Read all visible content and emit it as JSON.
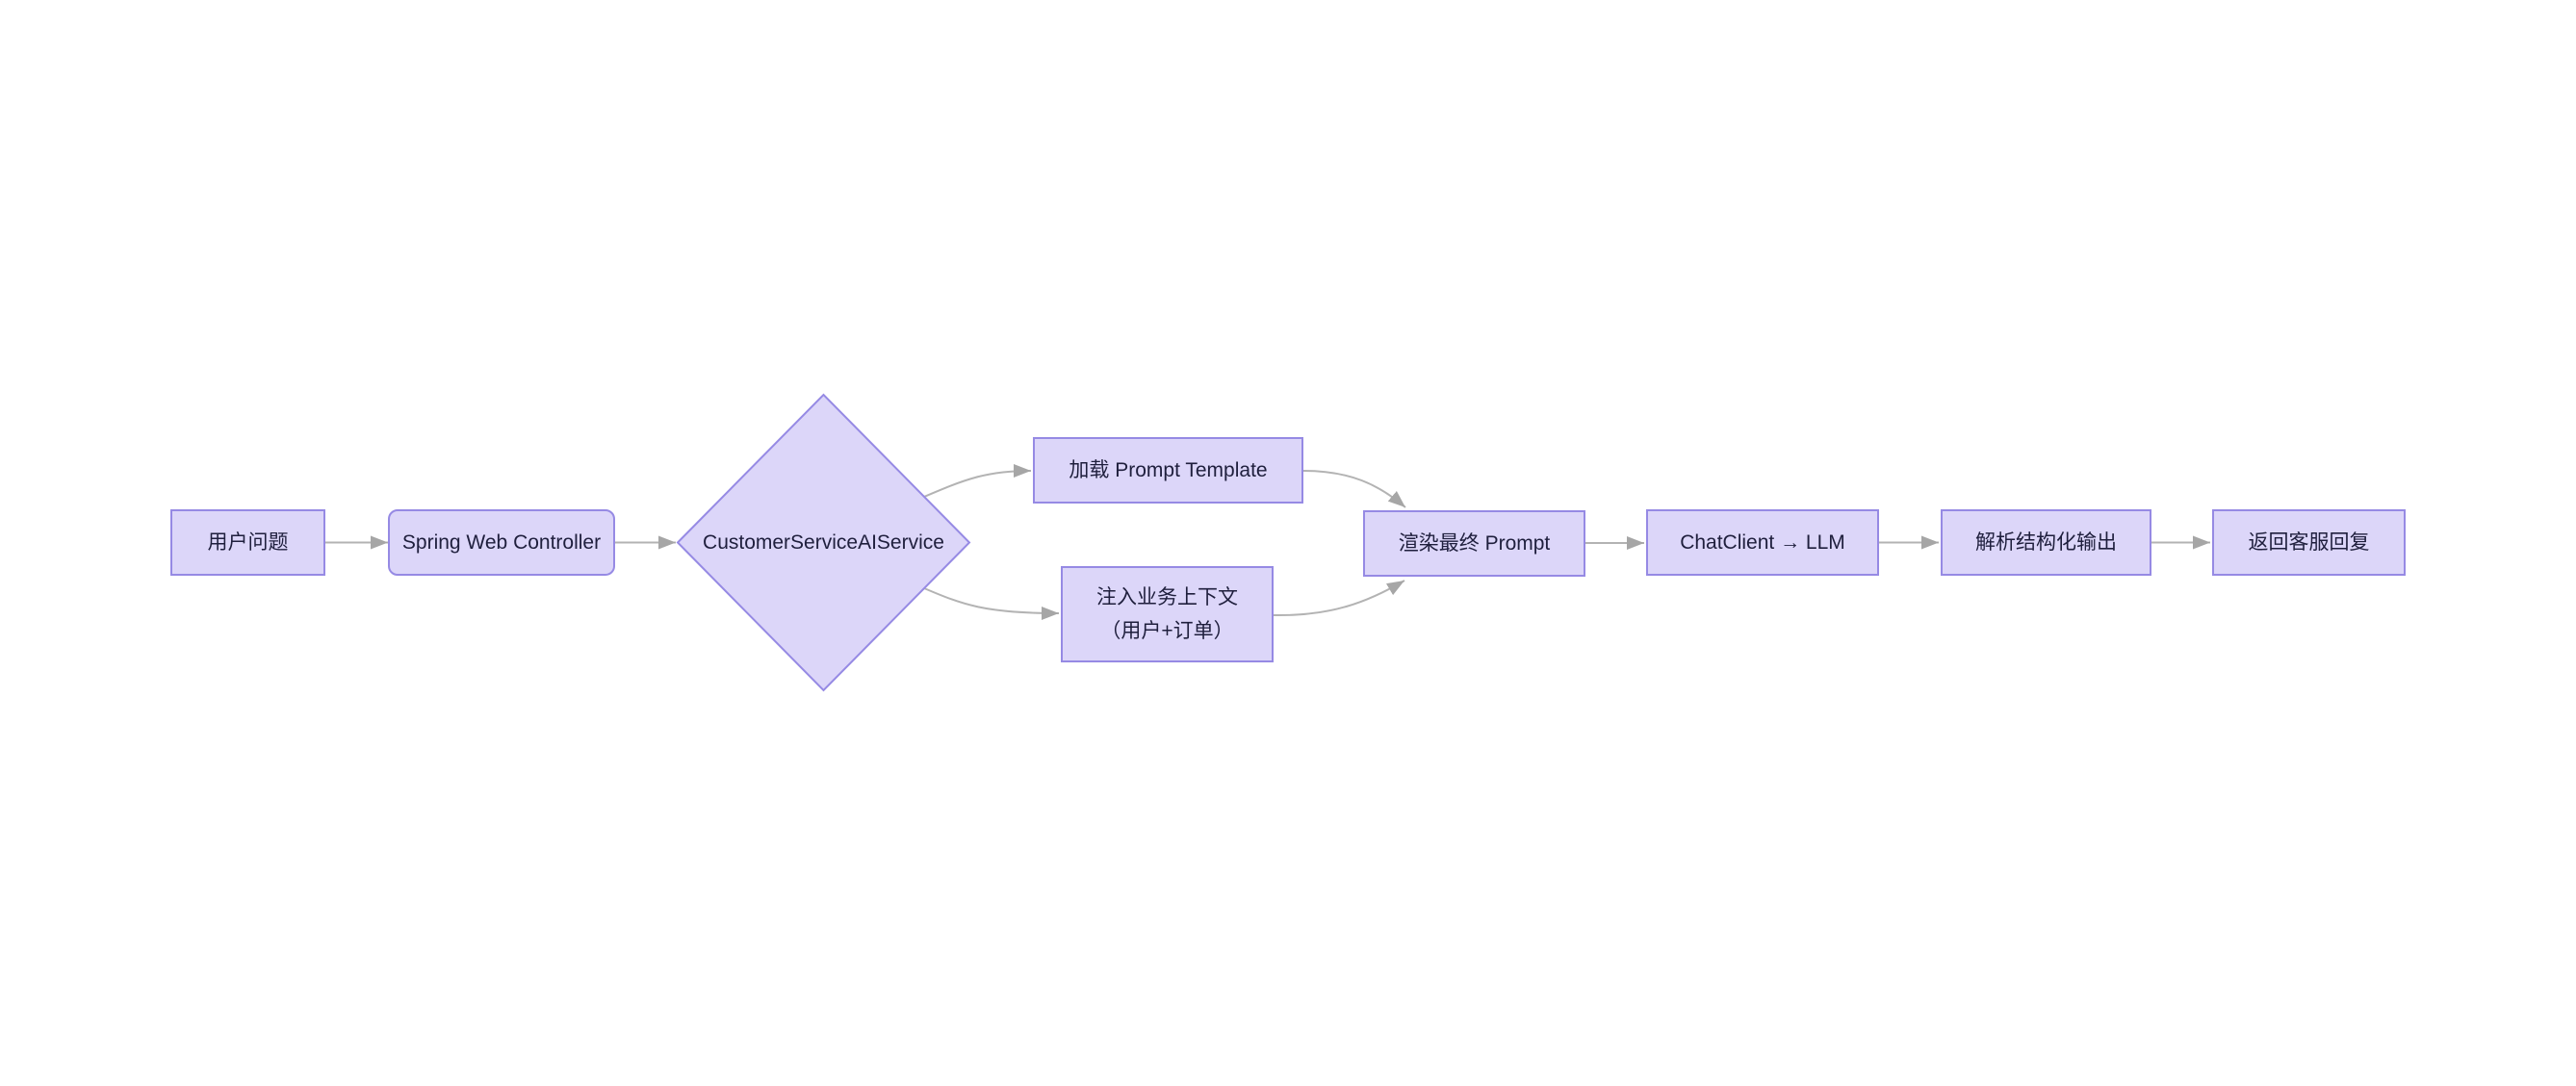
{
  "diagram": {
    "nodes": [
      {
        "id": "user-question",
        "label": "用户问题",
        "shape": "rectangle"
      },
      {
        "id": "spring-web-controller",
        "label": "Spring Web Controller",
        "shape": "rounded-rectangle"
      },
      {
        "id": "customer-service-ai-service",
        "label": "CustomerServiceAIService",
        "shape": "diamond"
      },
      {
        "id": "load-prompt-template",
        "label": "加载 Prompt Template",
        "shape": "rectangle"
      },
      {
        "id": "inject-business-context",
        "label_line1": "注入业务上下文",
        "label_line2": "（用户+订单）",
        "shape": "rectangle"
      },
      {
        "id": "render-final-prompt",
        "label": "渲染最终 Prompt",
        "shape": "rectangle"
      },
      {
        "id": "chatclient-llm",
        "label": "ChatClient → LLM",
        "shape": "rectangle"
      },
      {
        "id": "parse-structured-output",
        "label": "解析结构化输出",
        "shape": "rectangle"
      },
      {
        "id": "return-service-reply",
        "label": "返回客服回复",
        "shape": "rectangle"
      }
    ],
    "edges": [
      {
        "from": "user-question",
        "to": "spring-web-controller"
      },
      {
        "from": "spring-web-controller",
        "to": "customer-service-ai-service"
      },
      {
        "from": "customer-service-ai-service",
        "to": "load-prompt-template"
      },
      {
        "from": "customer-service-ai-service",
        "to": "inject-business-context"
      },
      {
        "from": "load-prompt-template",
        "to": "render-final-prompt"
      },
      {
        "from": "inject-business-context",
        "to": "render-final-prompt"
      },
      {
        "from": "render-final-prompt",
        "to": "chatclient-llm"
      },
      {
        "from": "chatclient-llm",
        "to": "parse-structured-output"
      },
      {
        "from": "parse-structured-output",
        "to": "return-service-reply"
      }
    ],
    "colors": {
      "background": "#ffffff",
      "node_fill": "#dcd6f9",
      "node_border": "#968ae4",
      "node_text": "#1f1f3d",
      "edge_line": "#b3b3b3",
      "edge_arrowhead": "#a6a6a6"
    }
  }
}
